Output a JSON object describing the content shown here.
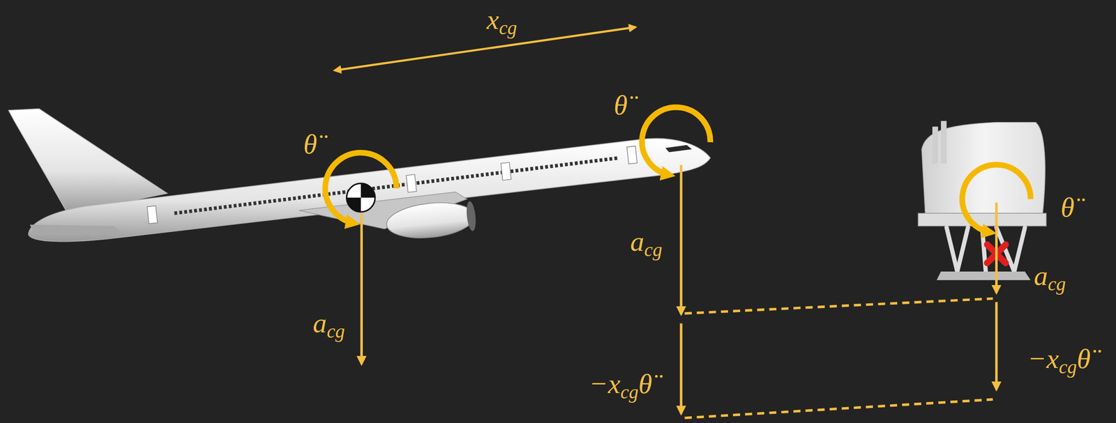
{
  "diagram": {
    "labels": [
      "xcg",
      "θ̈",
      "θ̈",
      "θ̈",
      "acg",
      "acg",
      "acg",
      "−xcgθ̈",
      "−xcgθ̈"
    ]
  }
}
